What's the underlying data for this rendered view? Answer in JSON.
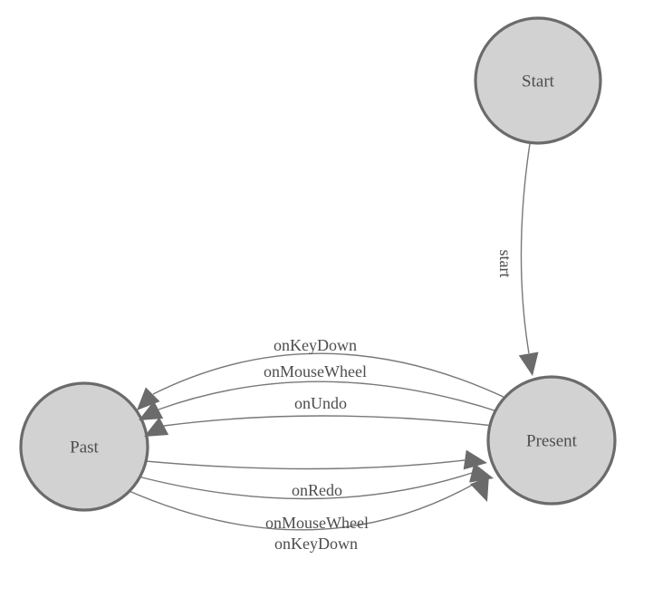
{
  "diagram": {
    "type": "state-machine",
    "background": "#ffffff",
    "colors": {
      "node_fill": "#d2d2d2",
      "node_border": "#6b6b6b",
      "edge_line": "#787878",
      "arrowhead": "#6b6b6b",
      "text": "#4d4d4d"
    },
    "nodes": [
      {
        "id": "start",
        "label": "Start"
      },
      {
        "id": "present",
        "label": "Present"
      },
      {
        "id": "past",
        "label": "Past"
      }
    ],
    "edges": [
      {
        "from": "Start",
        "to": "Present",
        "label": "start"
      },
      {
        "from": "Present",
        "to": "Past",
        "label": "onKeyDown"
      },
      {
        "from": "Present",
        "to": "Past",
        "label": "onMouseWheel"
      },
      {
        "from": "Present",
        "to": "Past",
        "label": "onUndo"
      },
      {
        "from": "Past",
        "to": "Present",
        "label": "onRedo"
      },
      {
        "from": "Past",
        "to": "Present",
        "label": "onMouseWheel"
      },
      {
        "from": "Past",
        "to": "Present",
        "label": "onKeyDown"
      }
    ]
  }
}
